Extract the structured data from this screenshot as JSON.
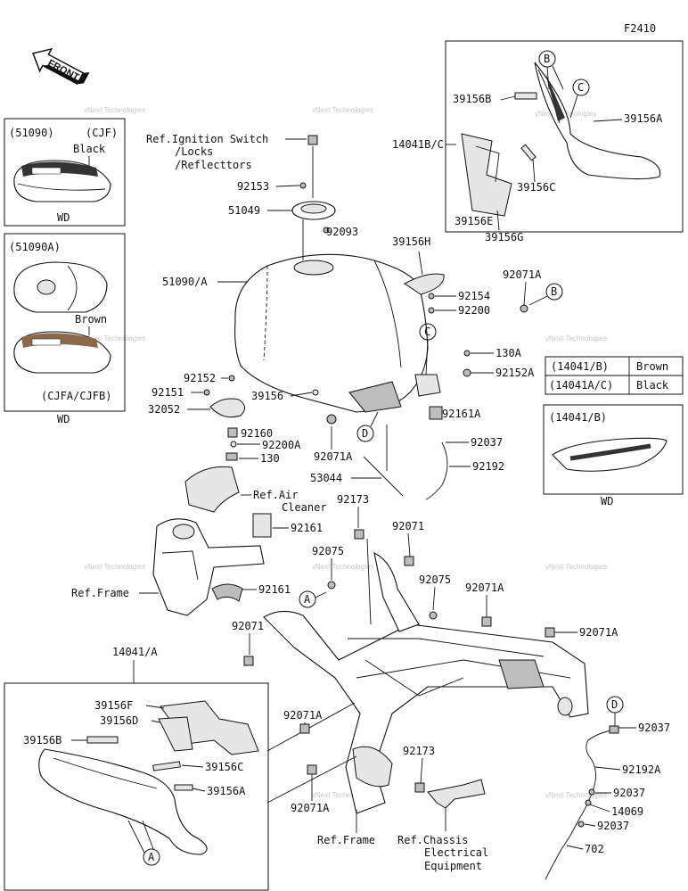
{
  "diagram_code": "F2410",
  "front_label": "FRONT",
  "watermark": "vNext Technologies",
  "inset_51090": {
    "code": "(51090)",
    "variant": "(CJF)",
    "color": "Black",
    "footer": "WD"
  },
  "inset_51090A": {
    "code": "(51090A)",
    "color": "Brown",
    "variant": "(CJFA/CJFB)",
    "footer": "WD"
  },
  "inset_14041B": {
    "code": "(14041/B)",
    "footer": "WD"
  },
  "color_table": [
    {
      "code": "(14041/B)",
      "color": "Brown"
    },
    {
      "code": "(14041A/C)",
      "color": "Black"
    }
  ],
  "callouts": {
    "A": "A",
    "B": "B",
    "C": "C",
    "D": "D"
  },
  "labels": {
    "ref_ignition_1": "Ref.Ignition Switch",
    "ref_ignition_2": "/Locks",
    "ref_ignition_3": "/Reflecttors",
    "p92153": "92153",
    "p51049": "51049",
    "p92093": "92093",
    "p14041BC": "14041B/C",
    "p39156B_top": "39156B",
    "p39156A_top": "39156A",
    "p39156C_top": "39156C",
    "p39156E": "39156E",
    "p39156G": "39156G",
    "p39156H": "39156H",
    "p51090A": "51090/A",
    "p92071A_top": "92071A",
    "p92154": "92154",
    "p92200": "92200",
    "p130A": "130A",
    "p92152A": "92152A",
    "p92152": "92152",
    "p92151": "92151",
    "p32052": "32052",
    "p39156": "39156",
    "p92161A": "92161A",
    "p92160": "92160",
    "p92200A": "92200A",
    "p130": "130",
    "p92071A_mid": "92071A",
    "p92037_mid": "92037",
    "p53044": "53044",
    "p92192": "92192",
    "ref_air_1": "Ref.Air",
    "ref_air_2": "Cleaner",
    "p92173_top": "92173",
    "p92071_top": "92071",
    "p92161_1": "92161",
    "p92075_1": "92075",
    "p92075_2": "92075",
    "p92071A_r": "92071A",
    "ref_frame_1": "Ref.Frame",
    "p92161_2": "92161",
    "p92071_left": "92071",
    "p92071A_far": "92071A",
    "p14041A": "14041/A",
    "p39156F": "39156F",
    "p39156D": "39156D",
    "p39156B_bot": "39156B",
    "p39156C_bot": "39156C",
    "p39156A_bot": "39156A",
    "p92071A_bl": "92071A",
    "p92071A_b2": "92071A",
    "p92173_bot": "92173",
    "ref_frame_2": "Ref.Frame",
    "ref_chassis_1": "Ref.Chassis",
    "ref_chassis_2": "Electrical",
    "ref_chassis_3": "Equipment",
    "p92037_r1": "92037",
    "p92192A": "92192A",
    "p92037_r2": "92037",
    "p14069": "14069",
    "p92037_r3": "92037",
    "p702": "702"
  }
}
